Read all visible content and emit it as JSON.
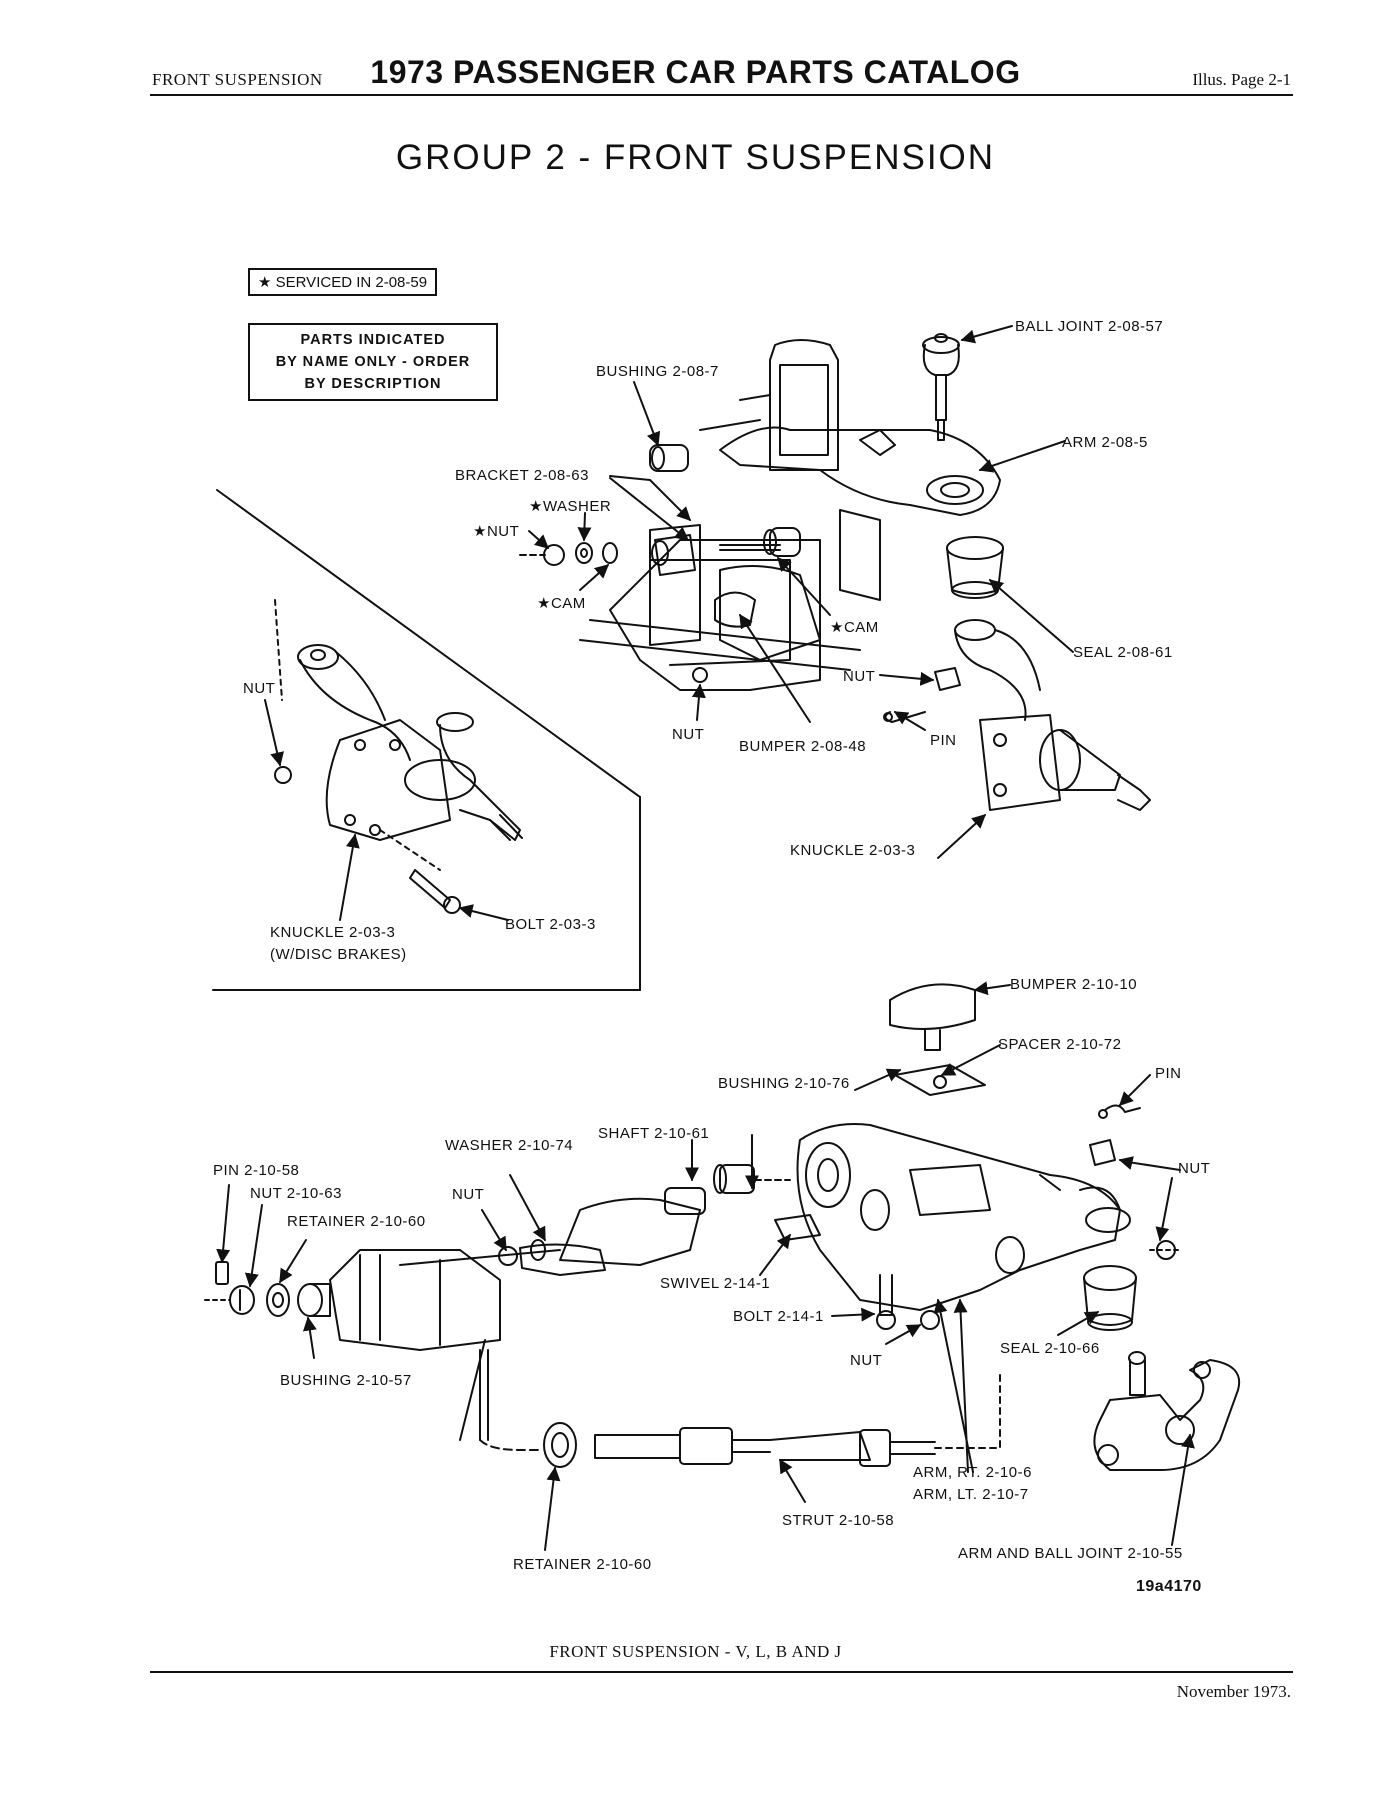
{
  "header": {
    "section": "FRONT SUSPENSION",
    "title": "1973 PASSENGER CAR PARTS CATALOG",
    "page_ref": "Illus. Page  2-1"
  },
  "group_title": "GROUP 2 - FRONT SUSPENSION",
  "notes": {
    "serviced": "★ SERVICED IN 2-08-59",
    "parts_indicated": [
      "PARTS INDICATED",
      "BY NAME ONLY - ORDER",
      "BY DESCRIPTION"
    ]
  },
  "callouts": {
    "ball_joint": "BALL JOINT 2-08-57",
    "bushing_upper": "BUSHING 2-08-7",
    "arm_upper": "ARM 2-08-5",
    "bracket": "BRACKET 2-08-63",
    "washer_star": "★WASHER",
    "nut_star": "★NUT",
    "cam_star_left": "★CAM",
    "cam_star_right": "★CAM",
    "seal_upper": "SEAL 2-08-61",
    "nut_knuckle": "NUT",
    "nut_bracket": "NUT",
    "bumper_upper": "BUMPER 2-08-48",
    "pin_upper": "PIN",
    "knuckle_upper": "KNUCKLE 2-03-3",
    "nut_inset": "NUT",
    "knuckle_inset": "KNUCKLE 2-03-3",
    "knuckle_inset_note": "(W/DISC BRAKES)",
    "bolt_inset": "BOLT 2-03-3",
    "bumper_lower": "BUMPER 2-10-10",
    "spacer": "SPACER 2-10-72",
    "pin_lower_right": "PIN",
    "bushing_76": "BUSHING 2-10-76",
    "shaft": "SHAFT 2-10-61",
    "washer_74": "WASHER 2-10-74",
    "pin_58": "PIN 2-10-58",
    "nut_63": "NUT 2-10-63",
    "nut_mid": "NUT",
    "nut_lower_right": "NUT",
    "retainer_60_top": "RETAINER 2-10-60",
    "swivel": "SWIVEL 2-14-1",
    "bolt_14": "BOLT 2-14-1",
    "nut_bottom": "NUT",
    "seal_66": "SEAL 2-10-66",
    "bushing_57": "BUSHING 2-10-57",
    "arm_rt": "ARM, RT. 2-10-6",
    "arm_lt": "ARM, LT. 2-10-7",
    "strut": "STRUT 2-10-58",
    "retainer_60_bottom": "RETAINER 2-10-60",
    "arm_ball_joint": "ARM AND BALL JOINT 2-10-55",
    "figure_number": "19a4170"
  },
  "footer": {
    "caption": "FRONT SUSPENSION - V, L, B AND J",
    "date": "November 1973."
  }
}
